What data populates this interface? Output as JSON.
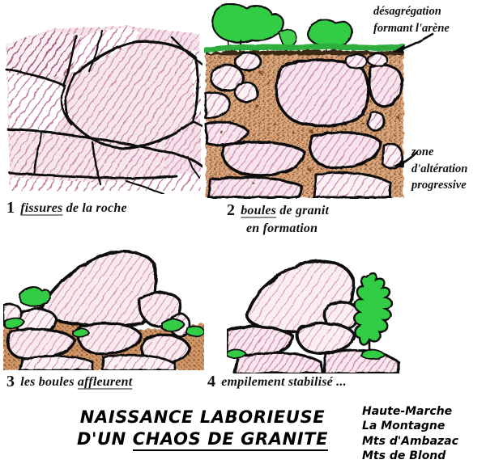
{
  "document": {
    "kind": "hand-drawn-geology-diagram",
    "language": "fr"
  },
  "title": {
    "line1": "NAISSANCE LABORIEUSE",
    "line2_prefix": "D'UN ",
    "line2_underlined": "CHAOS DE GRANITE"
  },
  "places": [
    "Haute-Marche",
    "La Montagne",
    "Mts d'Ambazac",
    "Mts de Blond"
  ],
  "stages": [
    {
      "number": "1",
      "caption_underlined": "fissures",
      "caption_rest": " de la roche",
      "caption_line2": ""
    },
    {
      "number": "2",
      "caption_underlined": "boules",
      "caption_rest": " de granit",
      "caption_line2": "en formation"
    },
    {
      "number": "3",
      "caption_prefix": "les boules ",
      "caption_underlined": "affleurent",
      "caption_rest": "",
      "caption_line2": ""
    },
    {
      "number": "4",
      "caption_prefix": "empilement stabilisé ...",
      "caption_underlined": "",
      "caption_rest": "",
      "caption_line2": ""
    }
  ],
  "annotations": {
    "top_right_line1": "désagrégation",
    "top_right_line2": "formant l'arène",
    "mid_right_line1": "zone",
    "mid_right_line2": "d'altération",
    "mid_right_line3": "progressive"
  },
  "colors": {
    "ink": "#111111",
    "granite_pink_light": "#edc9d8",
    "granite_pink": "#d79ab6",
    "granite_pink_dark": "#b9648c",
    "arene_brown": "#b0703c",
    "arene_brown_dark": "#8c5226",
    "vegetation_green": "#33cc44",
    "vegetation_green_dark": "#1f9b2e",
    "soil_dark": "#3a2a18",
    "paper_white": "#ffffff",
    "underline_gray": "#8a8a8a"
  }
}
